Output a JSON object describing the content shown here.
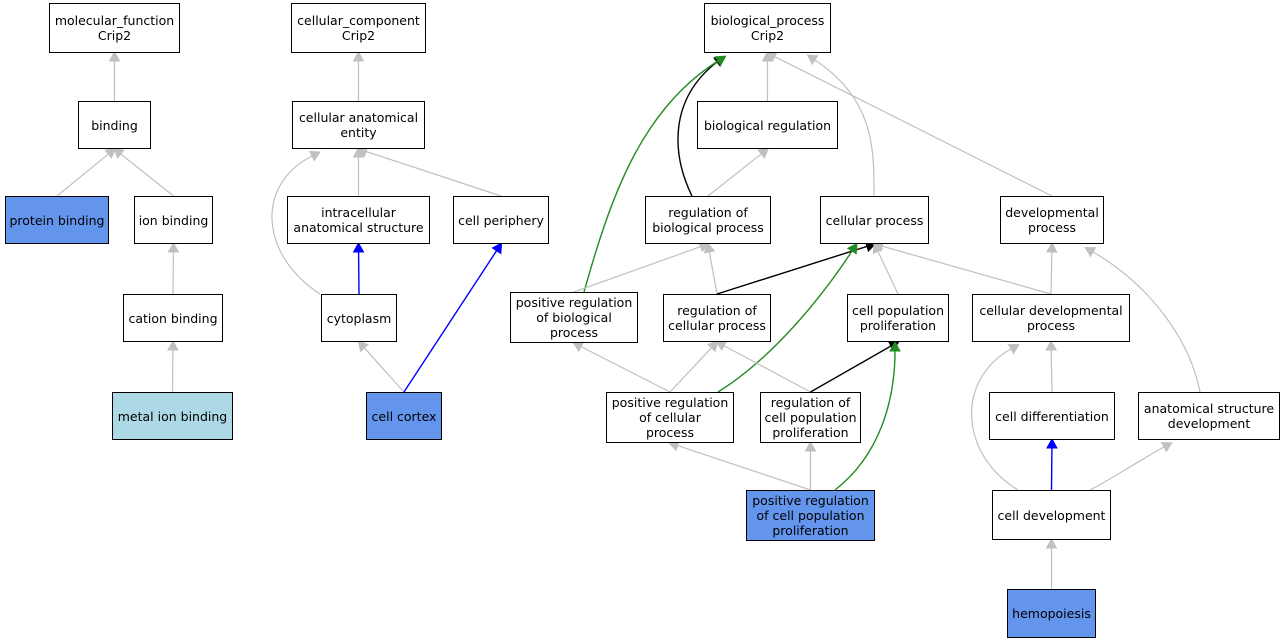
{
  "colors": {
    "node_default": "#ffffff",
    "node_blue": "#6495ed",
    "node_light": "#add8e6",
    "edge_gray": "#c0c0c0",
    "edge_black": "#000000",
    "edge_blue": "#0000ff",
    "edge_green": "#228b22"
  },
  "nodes": [
    {
      "id": "mf",
      "label": "molecular_function\nCrip2",
      "fill": "node_default"
    },
    {
      "id": "binding",
      "label": "binding",
      "fill": "node_default"
    },
    {
      "id": "protein_binding",
      "label": "protein binding",
      "fill": "node_blue"
    },
    {
      "id": "ion_binding",
      "label": "ion binding",
      "fill": "node_default"
    },
    {
      "id": "cation_binding",
      "label": "cation binding",
      "fill": "node_default"
    },
    {
      "id": "metal_ion_binding",
      "label": "metal ion binding",
      "fill": "node_light"
    },
    {
      "id": "cc",
      "label": "cellular_component\nCrip2",
      "fill": "node_default"
    },
    {
      "id": "cae",
      "label": "cellular anatomical\nentity",
      "fill": "node_default"
    },
    {
      "id": "ias",
      "label": "intracellular\nanatomical structure",
      "fill": "node_default"
    },
    {
      "id": "cell_periphery",
      "label": "cell periphery",
      "fill": "node_default"
    },
    {
      "id": "cytoplasm",
      "label": "cytoplasm",
      "fill": "node_default"
    },
    {
      "id": "cell_cortex",
      "label": "cell cortex",
      "fill": "node_blue"
    },
    {
      "id": "bp",
      "label": "biological_process\nCrip2",
      "fill": "node_default"
    },
    {
      "id": "bio_reg",
      "label": "biological regulation",
      "fill": "node_default"
    },
    {
      "id": "reg_bp",
      "label": "regulation of\nbiological process",
      "fill": "node_default"
    },
    {
      "id": "cell_proc",
      "label": "cellular process",
      "fill": "node_default"
    },
    {
      "id": "dev_proc",
      "label": "developmental\nprocess",
      "fill": "node_default"
    },
    {
      "id": "pos_reg_bp",
      "label": "positive regulation\nof biological\nprocess",
      "fill": "node_default"
    },
    {
      "id": "reg_cp",
      "label": "regulation of\ncellular process",
      "fill": "node_default"
    },
    {
      "id": "cell_pop_prolif",
      "label": "cell population\nproliferation",
      "fill": "node_default"
    },
    {
      "id": "cell_dev_proc",
      "label": "cellular developmental\nprocess",
      "fill": "node_default"
    },
    {
      "id": "pos_reg_cp",
      "label": "positive regulation\nof cellular\nprocess",
      "fill": "node_default"
    },
    {
      "id": "reg_cpp",
      "label": "regulation of\ncell population\nproliferation",
      "fill": "node_default"
    },
    {
      "id": "cell_diff",
      "label": "cell differentiation",
      "fill": "node_default"
    },
    {
      "id": "asd",
      "label": "anatomical structure\ndevelopment",
      "fill": "node_default"
    },
    {
      "id": "pos_reg_cpp",
      "label": "positive regulation\nof cell population\nproliferation",
      "fill": "node_blue"
    },
    {
      "id": "cell_dev",
      "label": "cell development",
      "fill": "node_default"
    },
    {
      "id": "hemopoiesis",
      "label": "hemopoiesis",
      "fill": "node_blue"
    }
  ],
  "edges": [
    {
      "from": "binding",
      "to": "mf",
      "color": "edge_gray"
    },
    {
      "from": "protein_binding",
      "to": "binding",
      "color": "edge_gray"
    },
    {
      "from": "ion_binding",
      "to": "binding",
      "color": "edge_gray"
    },
    {
      "from": "cation_binding",
      "to": "ion_binding",
      "color": "edge_gray"
    },
    {
      "from": "metal_ion_binding",
      "to": "cation_binding",
      "color": "edge_gray"
    },
    {
      "from": "cae",
      "to": "cc",
      "color": "edge_gray"
    },
    {
      "from": "ias",
      "to": "cae",
      "color": "edge_gray"
    },
    {
      "from": "cell_periphery",
      "to": "cae",
      "color": "edge_gray"
    },
    {
      "from": "cytoplasm",
      "to": "cae",
      "color": "edge_gray"
    },
    {
      "from": "cytoplasm",
      "to": "ias",
      "color": "edge_blue"
    },
    {
      "from": "cell_cortex",
      "to": "cytoplasm",
      "color": "edge_gray"
    },
    {
      "from": "cell_cortex",
      "to": "cell_periphery",
      "color": "edge_blue"
    },
    {
      "from": "bio_reg",
      "to": "bp",
      "color": "edge_gray"
    },
    {
      "from": "reg_bp",
      "to": "bio_reg",
      "color": "edge_gray"
    },
    {
      "from": "reg_bp",
      "to": "bp",
      "color": "edge_black"
    },
    {
      "from": "pos_reg_bp",
      "to": "bp",
      "color": "edge_green"
    },
    {
      "from": "cell_proc",
      "to": "bp",
      "color": "edge_gray"
    },
    {
      "from": "dev_proc",
      "to": "bp",
      "color": "edge_gray"
    },
    {
      "from": "pos_reg_bp",
      "to": "reg_bp",
      "color": "edge_gray"
    },
    {
      "from": "reg_cp",
      "to": "reg_bp",
      "color": "edge_gray"
    },
    {
      "from": "reg_cp",
      "to": "cell_proc",
      "color": "edge_black"
    },
    {
      "from": "cell_pop_prolif",
      "to": "cell_proc",
      "color": "edge_gray"
    },
    {
      "from": "cell_dev_proc",
      "to": "cell_proc",
      "color": "edge_gray"
    },
    {
      "from": "cell_dev_proc",
      "to": "dev_proc",
      "color": "edge_gray"
    },
    {
      "from": "pos_reg_cp",
      "to": "pos_reg_bp",
      "color": "edge_gray"
    },
    {
      "from": "pos_reg_cp",
      "to": "reg_cp",
      "color": "edge_gray"
    },
    {
      "from": "pos_reg_cp",
      "to": "cell_proc",
      "color": "edge_green"
    },
    {
      "from": "reg_cpp",
      "to": "reg_cp",
      "color": "edge_gray"
    },
    {
      "from": "reg_cpp",
      "to": "cell_pop_prolif",
      "color": "edge_black"
    },
    {
      "from": "pos_reg_cpp",
      "to": "pos_reg_cp",
      "color": "edge_gray"
    },
    {
      "from": "pos_reg_cpp",
      "to": "reg_cpp",
      "color": "edge_gray"
    },
    {
      "from": "pos_reg_cpp",
      "to": "cell_pop_prolif",
      "color": "edge_green"
    },
    {
      "from": "cell_diff",
      "to": "cell_dev_proc",
      "color": "edge_gray"
    },
    {
      "from": "asd",
      "to": "dev_proc",
      "color": "edge_gray"
    },
    {
      "from": "cell_dev",
      "to": "cell_dev_proc",
      "color": "edge_gray"
    },
    {
      "from": "cell_dev",
      "to": "cell_diff",
      "color": "edge_blue"
    },
    {
      "from": "cell_dev",
      "to": "asd",
      "color": "edge_gray"
    },
    {
      "from": "hemopoiesis",
      "to": "cell_dev",
      "color": "edge_gray"
    }
  ]
}
